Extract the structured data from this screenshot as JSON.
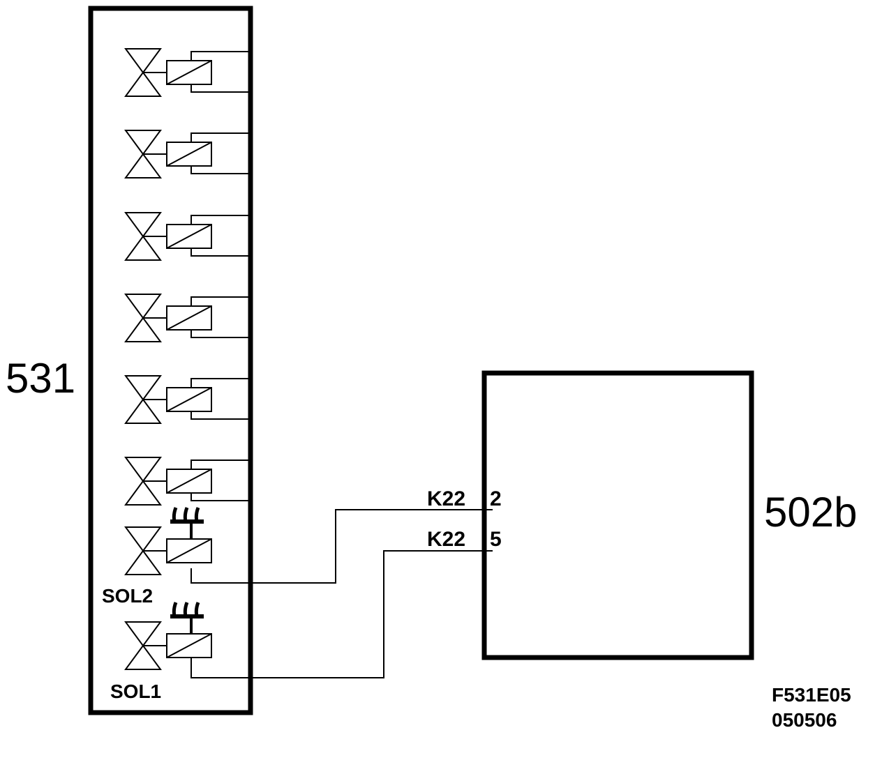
{
  "diagram": {
    "module_531": {
      "label": "531"
    },
    "module_502b": {
      "label": "502b"
    },
    "solenoid_valves": [
      {
        "id": "valve-1",
        "label": "",
        "has_terminal": false
      },
      {
        "id": "valve-2",
        "label": "",
        "has_terminal": false
      },
      {
        "id": "valve-3",
        "label": "",
        "has_terminal": false
      },
      {
        "id": "valve-4",
        "label": "",
        "has_terminal": false
      },
      {
        "id": "valve-5",
        "label": "",
        "has_terminal": false
      },
      {
        "id": "valve-6",
        "label": "",
        "has_terminal": false
      },
      {
        "id": "valve-sol2",
        "label": "SOL2",
        "has_terminal": true
      },
      {
        "id": "valve-sol1",
        "label": "SOL1",
        "has_terminal": true
      }
    ],
    "connections": [
      {
        "from": "SOL2",
        "connector": "K22",
        "pin": "2"
      },
      {
        "from": "SOL1",
        "connector": "K22",
        "pin": "5"
      }
    ],
    "figure_code": {
      "line1": "F531E05",
      "line2": "050506"
    }
  }
}
